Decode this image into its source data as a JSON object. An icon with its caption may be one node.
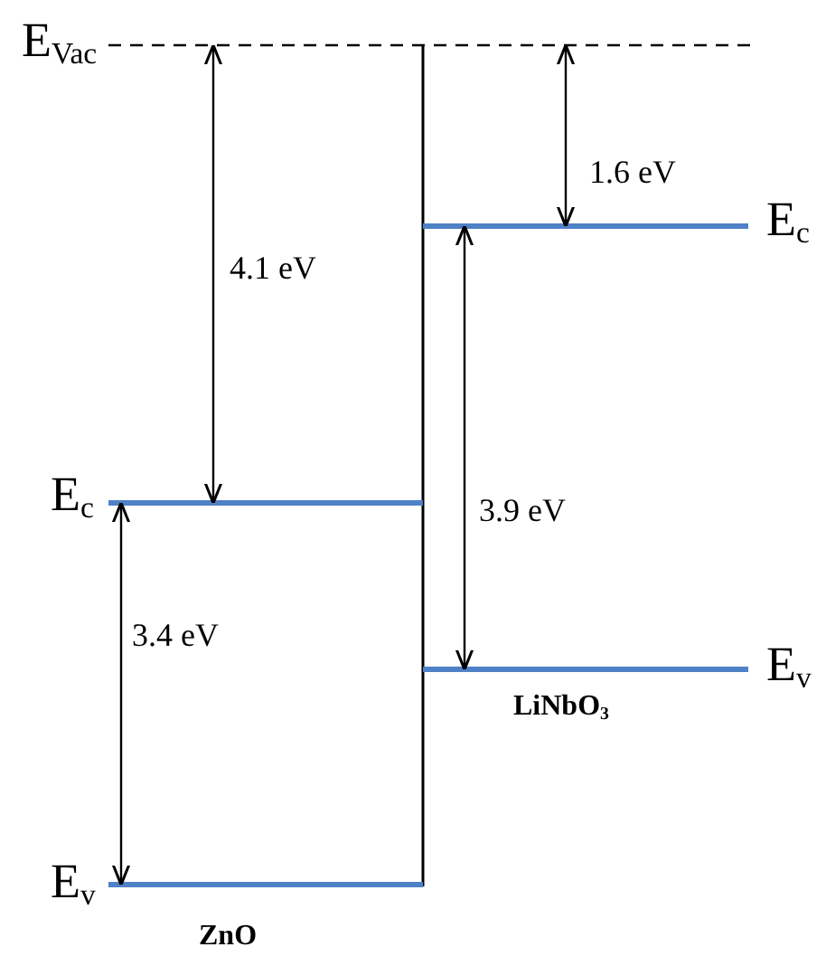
{
  "diagram": {
    "labels": [
      "E$_{Vac}$",
      "1.6 eV",
      "E$_{c}$",
      "4.1 eV",
      "E$_{c}$",
      "3.9 eV",
      "3.4 eV",
      "E$_{v}$",
      "LiNbO$_{3}$",
      "E$_{v}$",
      "ZnO"
    ]
  }
}
